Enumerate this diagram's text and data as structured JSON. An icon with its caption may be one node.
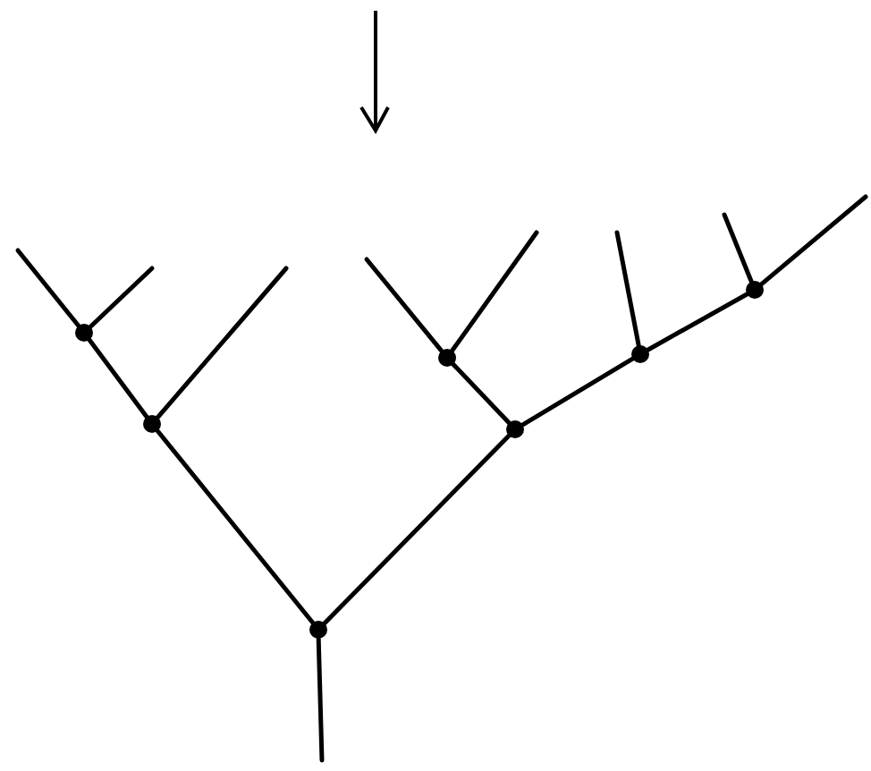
{
  "diagram": {
    "nodes": [
      {
        "text": [],
        "shape": "circle"
      },
      {
        "text": [],
        "shape": "circle"
      },
      {
        "text": [],
        "shape": "circle"
      },
      {
        "text": [],
        "shape": "circle"
      },
      {
        "text": [],
        "shape": "circle"
      },
      {
        "text": [],
        "shape": "circle"
      },
      {
        "text": [],
        "shape": "circle"
      }
    ],
    "edges": [
      {
        "from": null,
        "to": 0,
        "arrow": "none"
      },
      {
        "from": 0,
        "to": 1,
        "arrow": "none"
      },
      {
        "from": 0,
        "to": 3,
        "arrow": "none"
      },
      {
        "from": 1,
        "to": 2,
        "arrow": "none"
      },
      {
        "from": 1,
        "to": null,
        "arrow": "none"
      },
      {
        "from": 2,
        "to": null,
        "arrow": "none"
      },
      {
        "from": 2,
        "to": null,
        "arrow": "none"
      },
      {
        "from": 3,
        "to": 4,
        "arrow": "none"
      },
      {
        "from": 3,
        "to": 5,
        "arrow": "none"
      },
      {
        "from": 4,
        "to": null,
        "arrow": "none"
      },
      {
        "from": 4,
        "to": null,
        "arrow": "none"
      },
      {
        "from": 5,
        "to": null,
        "arrow": "none"
      },
      {
        "from": 5,
        "to": 6,
        "arrow": "none"
      },
      {
        "from": 6,
        "to": null,
        "arrow": "none"
      },
      {
        "from": 6,
        "to": null,
        "arrow": "none"
      }
    ]
  }
}
